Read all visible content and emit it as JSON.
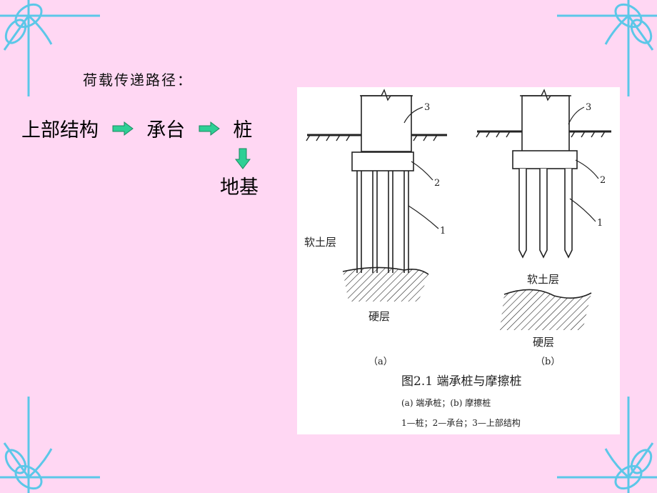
{
  "slide": {
    "title": "荷载传递路径：",
    "flow": [
      "上部结构",
      "承台",
      "桩"
    ],
    "foundation": "地基",
    "arrow_color": "#2ecf95",
    "background_color": "#ffd7f3",
    "corner_color": "#5cc7e8"
  },
  "figure": {
    "labels": {
      "num1": "1",
      "num2": "2",
      "num3": "3",
      "soft_soil": "软土层",
      "hard_layer": "硬层"
    },
    "sub_a": "（a）",
    "sub_b": "（b）",
    "caption": "图2.1  端承桩与摩擦桩",
    "legend1": "(a) 端承桩；(b) 摩擦桩",
    "legend2": "1—桩；2—承台；3—上部结构"
  }
}
